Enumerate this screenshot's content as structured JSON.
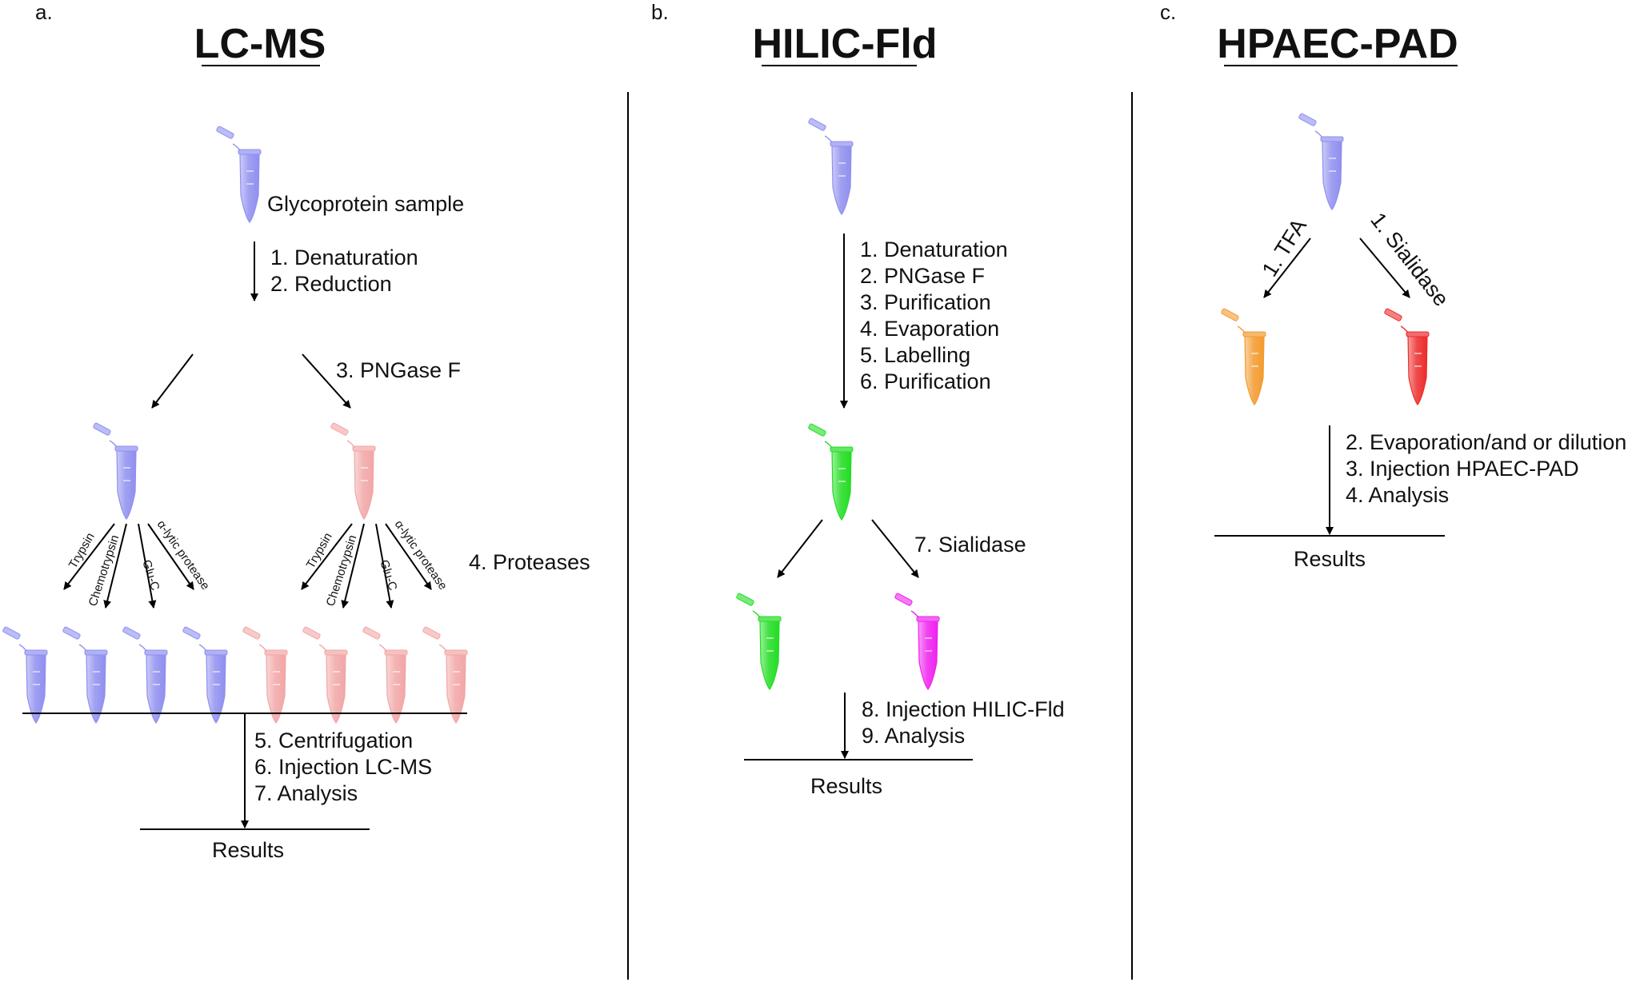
{
  "panels": {
    "a": {
      "letter": "a.",
      "title": "LC-MS",
      "sample_label": "Glycoprotein sample",
      "steps_top": [
        "1. Denaturation",
        "2. Reduction"
      ],
      "step_pngase": "3. PNGase F",
      "proteases": [
        "Trypsin",
        "Chemotrypsin",
        "Glu-C",
        "α-lytic protease"
      ],
      "step_proteases": "4. Proteases",
      "steps_bottom": [
        "5. Centrifugation",
        "6. Injection LC-MS",
        "7. Analysis"
      ],
      "results": "Results"
    },
    "b": {
      "letter": "b.",
      "title": "HILIC-Fld",
      "steps_top": [
        "1. Denaturation",
        "2. PNGase F",
        "3. Purification",
        "4. Evaporation",
        "5. Labelling",
        "6. Purification"
      ],
      "step_sialidase": "7. Sialidase",
      "steps_bottom": [
        "8. Injection HILIC-Fld",
        "9. Analysis"
      ],
      "results": "Results"
    },
    "c": {
      "letter": "c.",
      "title": "HPAEC-PAD",
      "branch_left": "1. TFA",
      "branch_right": "1. Sialidase",
      "steps_bottom": [
        "2. Evaporation/and or dilution",
        "3. Injection HPAEC-PAD",
        "4. Analysis"
      ],
      "results": "Results"
    }
  },
  "colors": {
    "tube_blue": "#8f8ff0",
    "tube_pink": "#f2a6a6",
    "tube_green": "#22dd22",
    "tube_magenta": "#ee22ee",
    "tube_orange": "#f39a2e",
    "tube_red": "#ec2b2b"
  }
}
